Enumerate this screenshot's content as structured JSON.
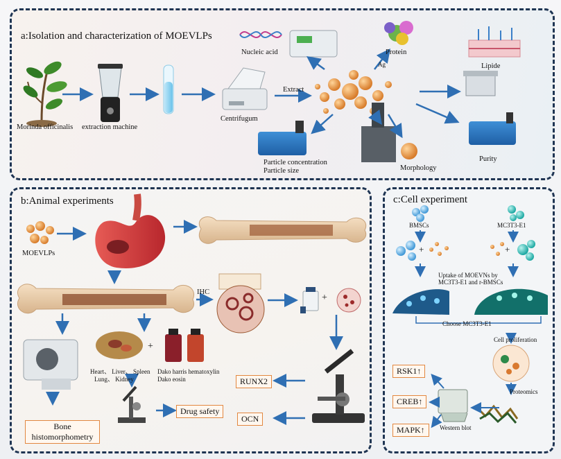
{
  "panels": {
    "a": {
      "title": "a:Isolation and characterization of MOEVLPs",
      "labels": {
        "morinda": "Morinda officinalis",
        "extraction": "extraction machine",
        "centrifugum": "Centrifugum",
        "extract": "Extract",
        "nucleic": "Nucleic acid",
        "protein": "Protein",
        "ag": "Ag",
        "lipide": "Lipide",
        "particle_conc": "Particle concentration",
        "particle_size": "Particle size",
        "morphology": "Morphology",
        "purity": "Purity"
      }
    },
    "b": {
      "title": "b:Animal experiments",
      "labels": {
        "moevlps": "MOEVLPs",
        "ihc": "IHC",
        "organs_1": "Heart、 Liver、 Spleen",
        "organs_2": "Lung、 Kidney",
        "stain_1": "Dako harris hematoxylin",
        "stain_2": "Dako eosin",
        "plus1": "+",
        "plus2": "+"
      },
      "boxes": {
        "bone": "Bone histomorphometry",
        "drug": "Drug safety",
        "runx2": "RUNX2",
        "ocn": "OCN"
      }
    },
    "c": {
      "title": "c:Cell experiment",
      "labels": {
        "bmscs": "BMSCs",
        "mc3t3": "MC3T3-E1",
        "uptake_1": "Uptake of MOEVNs by",
        "uptake_2": "MC3T3-E1 and r-BMSCs",
        "choose": "Choose MC3T3-E1",
        "prolif": "Cell proliferation",
        "proteomics": "Proteomics",
        "western": "Western blot",
        "plus1": "+",
        "plus2": "+"
      },
      "boxes": {
        "rsk1": "RSK1↑",
        "creb": "CREB↑",
        "mapk": "MAPK↑"
      }
    }
  },
  "colors": {
    "panel_border": "#1f3553",
    "arrow": "#2f6fb3",
    "box_border": "#e2873f",
    "particle": "#e59a4a"
  }
}
